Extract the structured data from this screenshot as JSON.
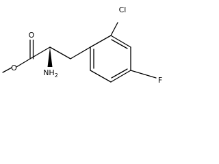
{
  "molecule": {
    "atoms": {
      "ester_oxygen": "O",
      "carbonyl_oxygen": "O",
      "amine": {
        "symbol": "NH",
        "subscript": "2"
      },
      "chlorine": "Cl",
      "fluorine": "F"
    },
    "colors": {
      "bond": "#000000",
      "text": "#000000",
      "background": "#ffffff"
    }
  }
}
